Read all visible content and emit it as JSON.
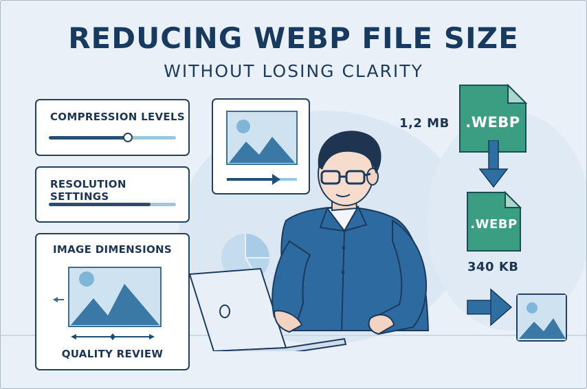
{
  "header": {
    "title": "REDUCING WEBP FILE SIZE",
    "subtitle": "WITHOUT LOSING CLARITY"
  },
  "controls": {
    "compression_label": "COMPRESSION LEVELS",
    "compression_level": 0.62,
    "resolution_label": "RESOLUTION SETTINGS",
    "resolution_level": 0.8
  },
  "dimensions_card": {
    "title": "IMAGE DIMENSIONS",
    "footer": "QUALITY REVIEW"
  },
  "conversion": {
    "original_size": "1,2 MB",
    "original_ext": ".WEBP",
    "compressed_ext": ".WEBP",
    "compressed_size": "340 KB"
  },
  "colors": {
    "navy": "#183a5e",
    "file_green": "#3b9d82",
    "accent_blue": "#2c6fa0"
  },
  "icons": [
    "image-icon",
    "arrow-down-icon",
    "arrow-right-icon",
    "pie-chart-icon",
    "laptop-icon",
    "file-icon"
  ]
}
